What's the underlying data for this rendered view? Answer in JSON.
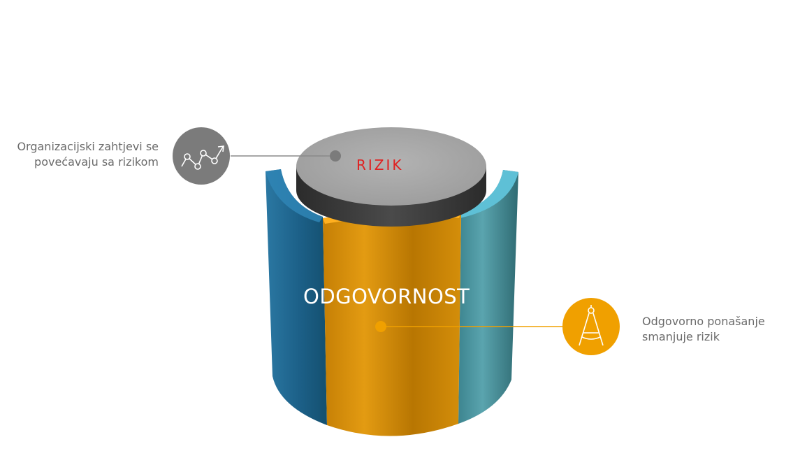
{
  "diagram": {
    "top_label": "RIZIK",
    "center_label": "ODGOVORNOST"
  },
  "callouts": {
    "left": {
      "lines": [
        "Organizacijski zahtjevi se",
        "povećavaju sa rizikom"
      ],
      "icon": "trend-chart-icon",
      "circle_color": "#7b7b7b",
      "line_color": "#8a8a8a"
    },
    "right": {
      "lines": [
        "Odgovorno ponašanje",
        "smanjuje rizik"
      ],
      "icon": "drafting-compass-icon",
      "circle_color": "#f0a000",
      "line_color": "#f0a000"
    }
  },
  "colors": {
    "text": "#6a6a6a",
    "cap_top": "#a6a6a6",
    "cap_side": "#3c3c3c",
    "left_panel": "#1f6690",
    "center_panel": "#d68f0a",
    "right_panel": "#4f9aa4",
    "label_red": "#e02020"
  }
}
